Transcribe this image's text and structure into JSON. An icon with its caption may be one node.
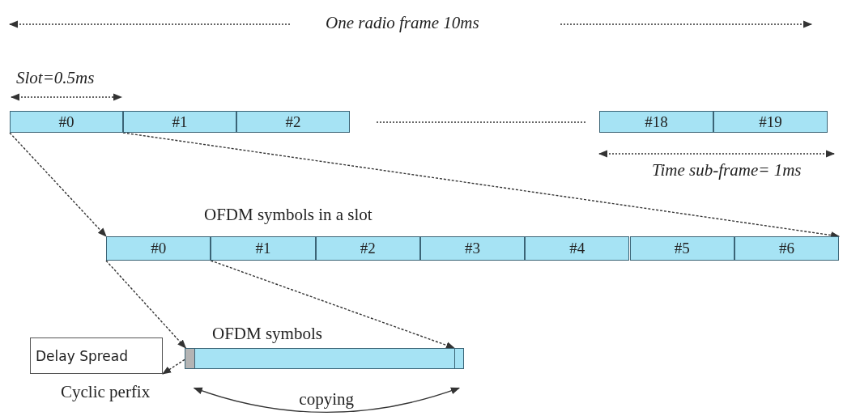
{
  "diagram": {
    "nodes": [
      {
        "text": [
          "#0"
        ]
      },
      {
        "text": [
          "#1"
        ]
      },
      {
        "text": [
          "#2"
        ]
      },
      {
        "text": [
          "#18"
        ]
      },
      {
        "text": [
          "#19"
        ]
      },
      {
        "text": [
          "#0"
        ]
      },
      {
        "text": [
          "#1"
        ]
      },
      {
        "text": [
          "#2"
        ]
      },
      {
        "text": [
          "#3"
        ]
      },
      {
        "text": [
          "#4"
        ]
      },
      {
        "text": [
          "#5"
        ]
      },
      {
        "text": [
          "#6"
        ]
      },
      {
        "text": [],
        "shape": "box"
      },
      {
        "text": [],
        "shape": "box"
      },
      {
        "text": [],
        "shape": "box"
      },
      {
        "text": [
          "Delay Spread"
        ]
      }
    ],
    "edges": [
      {
        "from": 0,
        "to": 5,
        "arrow": "to",
        "style": "dashed"
      },
      {
        "from": 0,
        "to": 11,
        "arrow": "to",
        "style": "dashed"
      },
      {
        "from": 5,
        "to": 12,
        "arrow": "to",
        "style": "dashed"
      },
      {
        "from": 5,
        "to": 14,
        "arrow": "to",
        "style": "dashed"
      },
      {
        "from": 12,
        "to": 15,
        "arrow": "to",
        "style": "dashed"
      },
      {
        "from": 12,
        "to": 14,
        "arrow": "both",
        "label": "copying"
      }
    ],
    "labels": [
      "One radio frame 10ms",
      "Slot=0.5ms",
      "Time sub-frame= 1ms",
      "OFDM symbols in a slot",
      "OFDM symbols",
      "Cyclic perfix"
    ]
  }
}
